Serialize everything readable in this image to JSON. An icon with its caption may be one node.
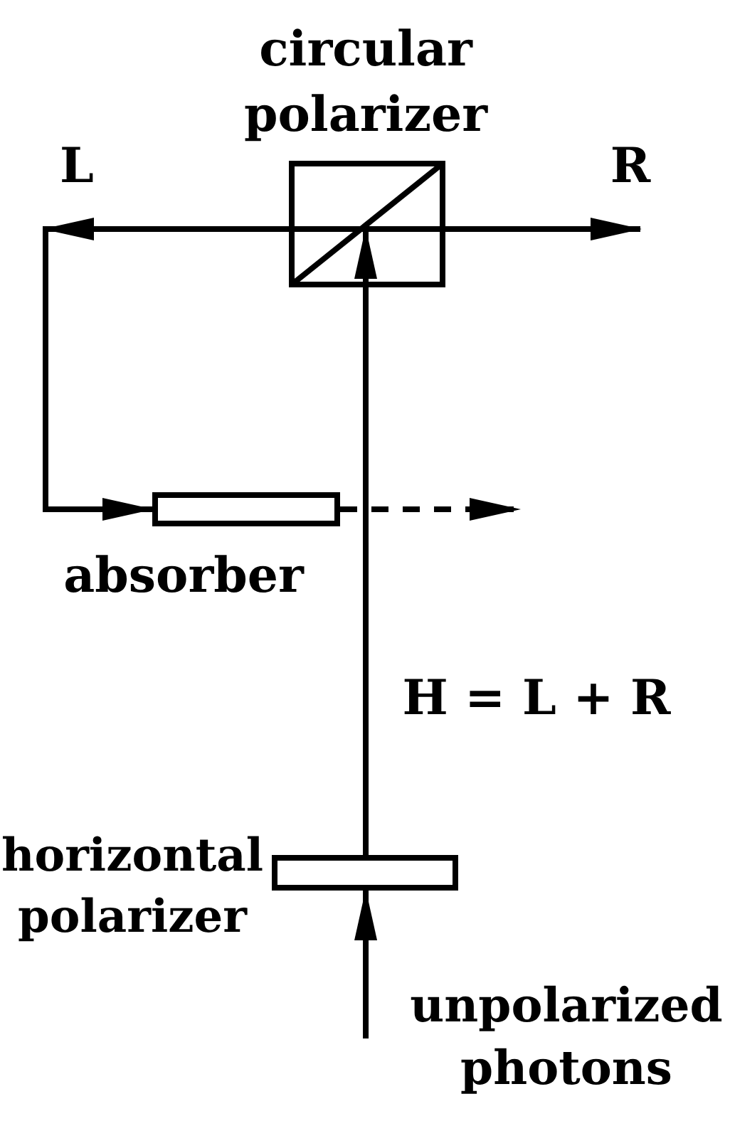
{
  "diagram": {
    "nodes": [
      {
        "text": [
          "circular polarizer"
        ]
      },
      {
        "text": [
          "absorber"
        ]
      },
      {
        "text": [
          "horizontal polarizer"
        ]
      }
    ],
    "edges": [
      {
        "from": null,
        "to": 2,
        "arrow": "to"
      },
      {
        "from": 2,
        "to": 0,
        "arrow": "to"
      },
      {
        "from": 0,
        "to": 1,
        "arrow": "to"
      },
      {
        "from": 0,
        "to": null,
        "arrow": "to"
      },
      {
        "from": 1,
        "to": null,
        "arrow": "to",
        "style": "dashed"
      }
    ],
    "labels": [
      "L",
      "R",
      "H = L + R",
      "unpolarized photons"
    ]
  }
}
